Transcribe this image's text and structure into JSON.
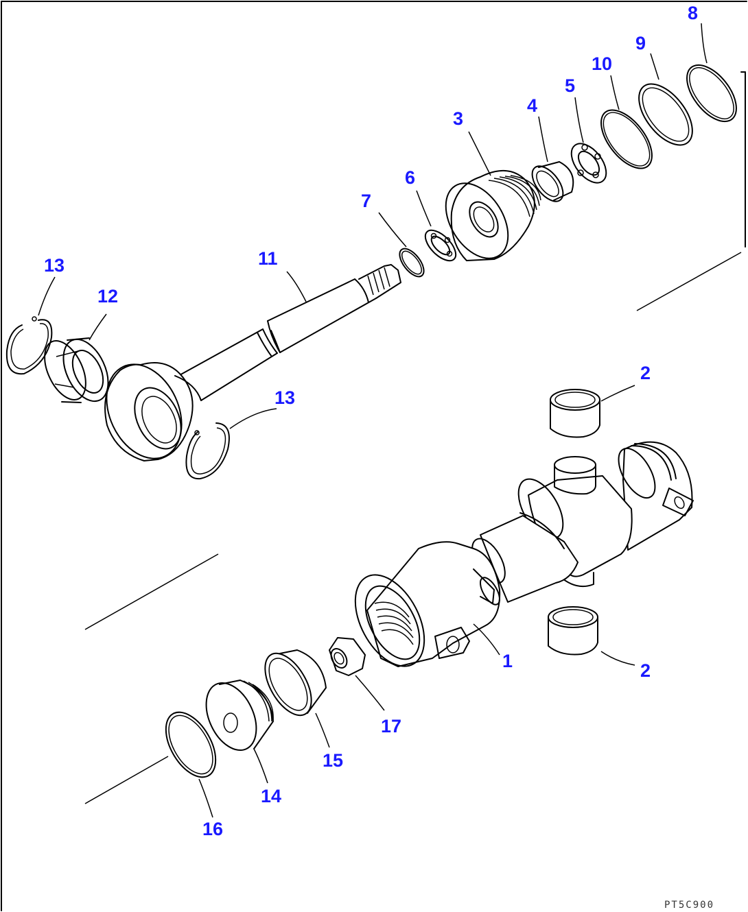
{
  "diagram": {
    "drawing_code": "PT5C900",
    "callouts": [
      {
        "id": "1",
        "label": "1"
      },
      {
        "id": "2a",
        "label": "2"
      },
      {
        "id": "2b",
        "label": "2"
      },
      {
        "id": "3",
        "label": "3"
      },
      {
        "id": "4",
        "label": "4"
      },
      {
        "id": "5",
        "label": "5"
      },
      {
        "id": "6",
        "label": "6"
      },
      {
        "id": "7",
        "label": "7"
      },
      {
        "id": "8",
        "label": "8"
      },
      {
        "id": "9",
        "label": "9"
      },
      {
        "id": "10",
        "label": "10"
      },
      {
        "id": "11",
        "label": "11"
      },
      {
        "id": "12",
        "label": "12"
      },
      {
        "id": "13a",
        "label": "13"
      },
      {
        "id": "13b",
        "label": "13"
      },
      {
        "id": "14",
        "label": "14"
      },
      {
        "id": "15",
        "label": "15"
      },
      {
        "id": "16",
        "label": "16"
      },
      {
        "id": "17",
        "label": "17"
      }
    ],
    "colors": {
      "label": "#1a1aff",
      "line": "#000000",
      "background": "#ffffff"
    }
  }
}
